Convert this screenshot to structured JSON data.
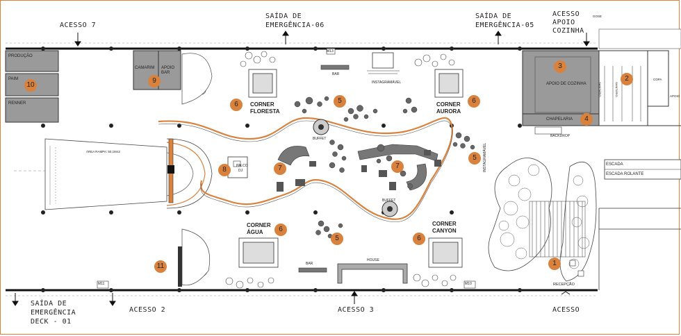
{
  "accesses": {
    "acesso7": "ACESSO 7",
    "saida06_l1": "SAÍDA DE",
    "saida06_l2": "EMERGÊNCIA-06",
    "saida05_l1": "SAÍDA DE",
    "saida05_l2": "EMERGÊNCIA-05",
    "apoio_l1": "ACESSO",
    "apoio_l2": "APOIO",
    "apoio_l3": "COZINHA",
    "deck_l1": "SAÍDA DE",
    "deck_l2": "EMERGÊNCIA",
    "deck_l3": "DECK - 01",
    "acesso2": "ACESSO 2",
    "acesso3": "ACESSO 3",
    "acesso": "ACESSO"
  },
  "rooms": {
    "producao": "PRODUÇÃO",
    "paim": "PAIM",
    "renner": "RENNER",
    "camarim": "CAMARIM",
    "apoio_bar_1": "APOIO",
    "apoio_bar_2": "BAR",
    "apoio_cozinha": "APOIO DE COZINHA",
    "chapelaria": "CHAPELARIA",
    "backdrop": "BACKDROP",
    "area_rampa": "ÁREA RAMPA: 50,18m2",
    "palco_1": "PALCO",
    "palco_2": "DJ",
    "bar_top": "BAR",
    "bar_bottom": "BAR",
    "instagramavel_top": "INSTAGRAMÁVEL",
    "instagramavel_side": "INSTAGRAMÁVEL",
    "buffet_1": "BUFFET",
    "buffet_2": "BUFFET",
    "house": "HOUSE",
    "recepcao": "RECEPÇÃO",
    "escada": "ESCADA",
    "escada_rolante": "ESCADA ROLANTE",
    "sanit_1": "SANITÁRIO",
    "sanit_2": "SANITÁRIO",
    "copa": "COPA",
    "apoio_right": "APOIO",
    "m13": "M13",
    "m11": "M11",
    "m10": "M10",
    "gose": "GOSE"
  },
  "corners": {
    "floresta_1": "CORNER",
    "floresta_2": "FLORESTA",
    "aurora_1": "CORNER",
    "aurora_2": "AURORA",
    "agua_1": "CORNER",
    "agua_2": "ÁGUA",
    "canyon_1": "CORNER",
    "canyon_2": "CANYON"
  },
  "markers": {
    "m1": "1",
    "m2": "2",
    "m3": "3",
    "m4": "4",
    "m5a": "5",
    "m5b": "5",
    "m5c": "5",
    "m6a": "6",
    "m6b": "6",
    "m6c": "6",
    "m6d": "6",
    "m7a": "7",
    "m7b": "7",
    "m8": "8",
    "m9": "9",
    "m10": "10",
    "m11": "11"
  },
  "colors": {
    "marker": "#d9823d",
    "path": "#d9823d",
    "room": "#9a9a9a",
    "frame": "#d9823d"
  }
}
